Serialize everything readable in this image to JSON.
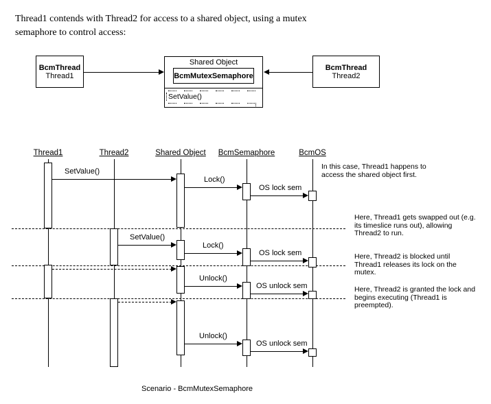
{
  "intro": {
    "line1": "Thread1 contends with Thread2 for access to a shared object, using a mutex",
    "line2": "semaphore to control access:"
  },
  "class_diagram": {
    "left_box": {
      "title": "BcmThread",
      "subtitle": "Thread1"
    },
    "shared_box": {
      "title": "Shared Object",
      "inner": "BcmMutexSemaphore",
      "method": "SetValue()"
    },
    "right_box": {
      "title": "BcmThread",
      "subtitle": "Thread2"
    }
  },
  "sequence": {
    "lifelines": [
      {
        "label": "Thread1"
      },
      {
        "label": "Thread2"
      },
      {
        "label": "Shared Object"
      },
      {
        "label": "BcmSemaphore"
      },
      {
        "label": "BcmOS"
      }
    ],
    "messages": [
      {
        "label": "SetValue()"
      },
      {
        "label": "Lock()"
      },
      {
        "label": "OS lock sem"
      },
      {
        "label": "SetValue()"
      },
      {
        "label": "Lock()"
      },
      {
        "label": "OS lock sem"
      },
      {
        "label": "Unlock()"
      },
      {
        "label": "OS unlock sem"
      },
      {
        "label": "Unlock()"
      },
      {
        "label": "OS unlock sem"
      }
    ],
    "annotations": [
      {
        "lines": [
          "In this case, Thread1 happens to",
          "access the shared object first."
        ]
      },
      {
        "lines": [
          "Here, Thread1 gets swapped out (e.g.",
          "its timeslice runs out), allowing",
          "Thread2 to run."
        ]
      },
      {
        "lines": [
          "Here, Thread2 is blocked until",
          "Thread1 releases its lock on the",
          "mutex."
        ]
      },
      {
        "lines": [
          "Here, Thread2 is granted the lock and",
          "begins executing (Thread1 is",
          "preempted)."
        ]
      }
    ],
    "caption": "Scenario - BcmMutexSemaphore"
  }
}
